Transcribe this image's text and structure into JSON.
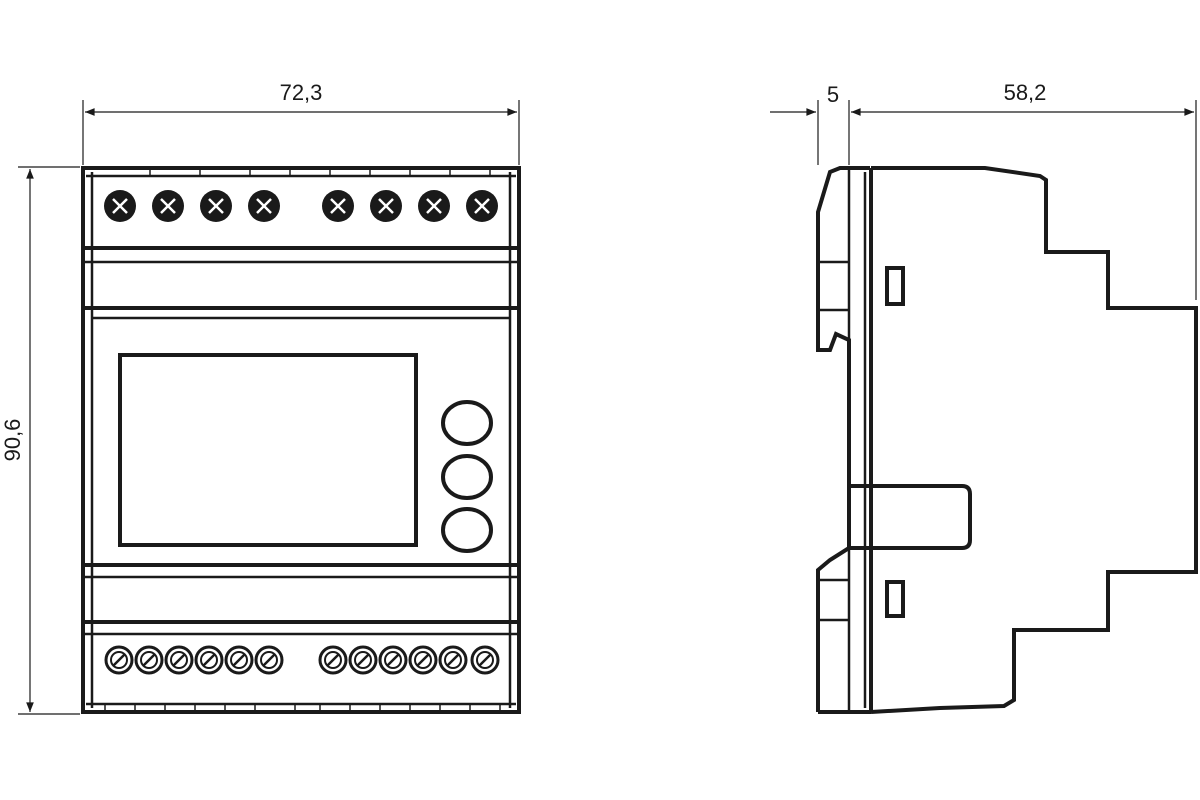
{
  "dimensions": {
    "front_width": "72,3",
    "front_height": "90,6",
    "side_offset": "5",
    "side_depth": "58,2"
  },
  "device": {
    "top_terminals": 8,
    "bottom_terminals": 12,
    "front_buttons": 3
  }
}
